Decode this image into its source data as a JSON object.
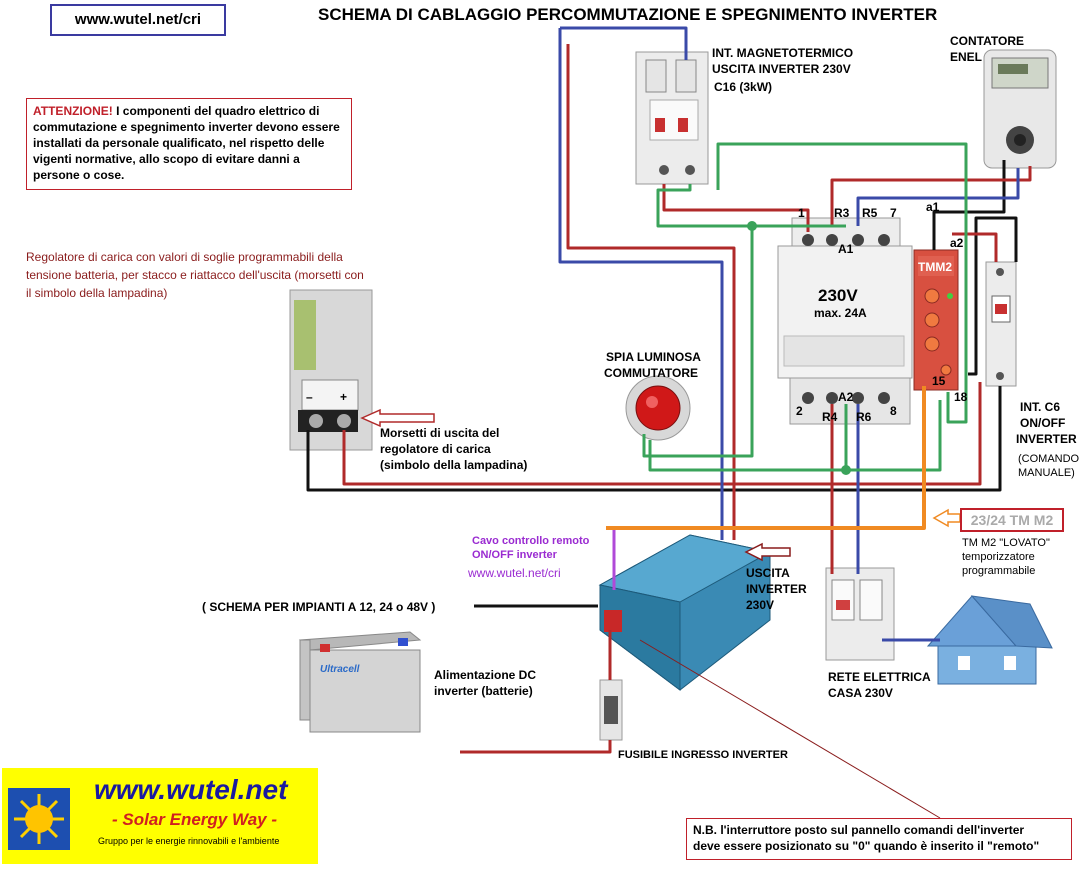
{
  "header": {
    "url": "www.wutel.net/cri",
    "title": "SCHEMA DI CABLAGGIO PERCOMMUTAZIONE E SPEGNIMENTO INVERTER"
  },
  "warning": {
    "lead": "ATTENZIONE!",
    "text": " I componenti del quadro elettrico di commutazione e spegnimento inverter devono essere installati da personale qualificato, nel rispetto delle vigenti normative, allo scopo di evitare danni a persone o cose."
  },
  "regulator": {
    "description": "Regolatore di carica con valori di soglie programmabili della tensione batteria, per stacco e riattacco dell'uscita (morsetti con il simbolo della lampadina)",
    "terminals_line1": "Morsetti di uscita del",
    "terminals_line2": "regolatore di carica",
    "terminals_line3": "(simbolo della lampadina)",
    "minus": "–",
    "plus": "+"
  },
  "breaker": {
    "line1": "INT. MAGNETOTERMICO",
    "line2": "USCITA INVERTER 230V",
    "line3": "C16 (3kW)"
  },
  "meter": {
    "line1": "CONTATORE",
    "line2": "ENEL"
  },
  "contactor": {
    "voltage": "230V",
    "current": "max. 24A",
    "top_terminals": [
      "1",
      "R3",
      "R5",
      "7"
    ],
    "a1": "A1",
    "a2": "A2",
    "bottom_terminals": [
      "2",
      "R4",
      "R6",
      "8"
    ]
  },
  "timer": {
    "name": "TMM2",
    "t15": "15",
    "t18": "18",
    "a1": "a1",
    "a2": "a2"
  },
  "lamp": {
    "line1": "SPIA LUMINOSA",
    "line2": "COMMUTATORE"
  },
  "c6": {
    "line1": "INT. C6",
    "line2": "ON/OFF",
    "line3": "INVERTER",
    "line4": "(COMANDO",
    "line5": "MANUALE)"
  },
  "tm_label": {
    "box": "23/24 TM M2",
    "line1": "TM M2 \"LOVATO\"",
    "line2": "temporizzatore",
    "line3": "programmabile"
  },
  "remote": {
    "line1": "Cavo controllo remoto",
    "line2": "ON/OFF inverter",
    "url": "www.wutel.net/cri"
  },
  "inverter_out": {
    "line1": "USCITA",
    "line2": "INVERTER",
    "line3": "230V"
  },
  "system_note": "( SCHEMA PER IMPIANTI A 12, 24 o 48V )",
  "battery": {
    "brand": "Ultracell",
    "line1": "Alimentazione DC",
    "line2": "inverter (batterie)"
  },
  "fuse": "FUSIBILE INGRESSO INVERTER",
  "grid": {
    "line1": "RETE ELETTRICA",
    "line2": "CASA 230V"
  },
  "footer_note": {
    "line1": "N.B. l'interruttore posto sul pannello comandi dell'inverter",
    "line2": "deve essere posizionato su \"0\"  quando è inserito il \"remoto\""
  },
  "logo": {
    "url": "www.wutel.net",
    "tagline": "- Solar Energy Way -",
    "subtitle": "Gruppo per le energie rinnovabili e l'ambiente"
  },
  "colors": {
    "wire_black": "#111111",
    "wire_red": "#b02a2a",
    "wire_blue": "#3a4aa8",
    "wire_green": "#3aa35a",
    "wire_orange": "#f08a22",
    "wire_purple": "#b04ad8",
    "warning_red": "#c0202a",
    "logo_yellow": "#ffff00"
  }
}
